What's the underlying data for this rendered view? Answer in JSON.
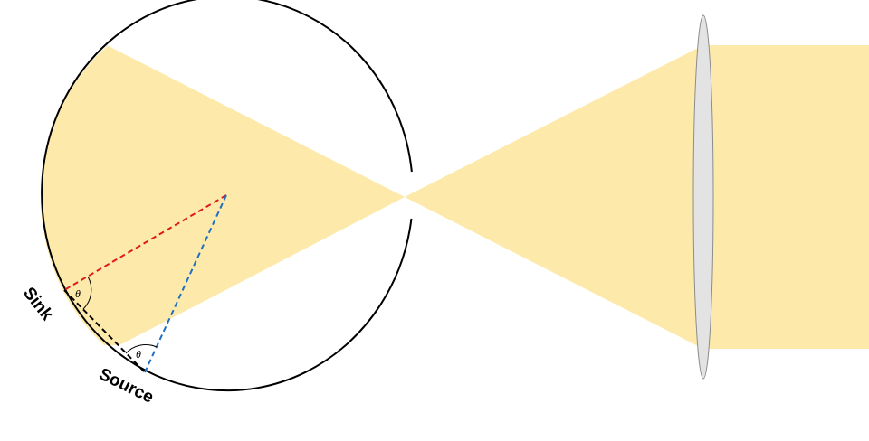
{
  "labels": {
    "sink": "Sink",
    "source": "Source",
    "theta_upper": "θ",
    "theta_lower": "θ"
  },
  "colors": {
    "beam": "#fdeaaa",
    "sphere_outline": "#000000",
    "sink_radius_line": "#e0191e",
    "source_radius_line": "#1f6fc1",
    "chord_line": "#000000",
    "lens_fill": "#e3e3e3",
    "lens_stroke": "#8c8c8c"
  },
  "icons": {
    "sphere": "integrating-sphere",
    "lens": "convex-lens"
  }
}
